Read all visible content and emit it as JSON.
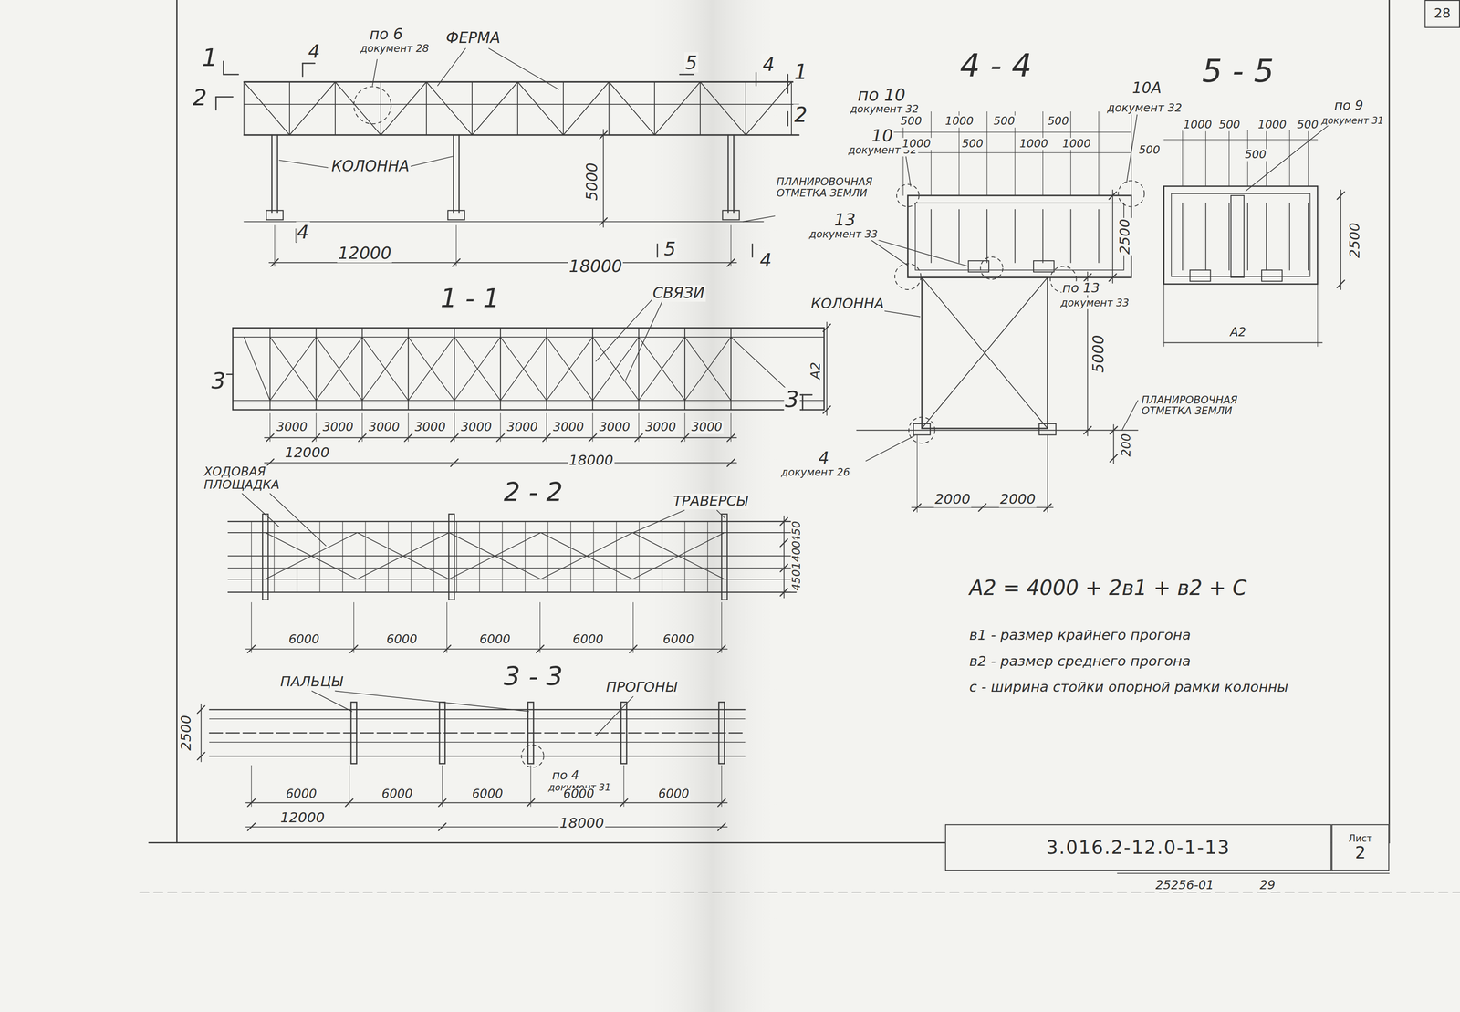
{
  "diagram": {
    "nodes": [
      {
        "text": [
          "28"
        ]
      },
      {
        "text": [
          "3.016.2-12.0-1-13"
        ]
      },
      {
        "text": [
          "Лист",
          "2"
        ]
      }
    ],
    "labels": [
      "1",
      "2",
      "по 6",
      "документ 28",
      "ФЕРМА",
      "4",
      "5",
      "4",
      "1",
      "2",
      "КОЛОННА",
      "5000",
      "4",
      "12000",
      "18000",
      "5",
      "4",
      "ПЛАНИРОВОЧНАЯ ОТМЕТКА ЗЕМЛИ",
      "1 - 1",
      "СВЯЗИ",
      "3",
      "3",
      "А2",
      "3000",
      "3000",
      "3000",
      "3000",
      "3000",
      "3000",
      "3000",
      "3000",
      "3000",
      "3000",
      "12000",
      "18000",
      "ХОДОВАЯ ПЛОЩАДКА",
      "2 - 2",
      "ТРАВЕРСЫ",
      "450",
      "1400",
      "450",
      "6000",
      "6000",
      "6000",
      "6000",
      "6000",
      "ПАЛЬЦЫ",
      "3 - 3",
      "ПРОГОНЫ",
      "2500",
      "по 4",
      "документ 31",
      "6000",
      "6000",
      "6000",
      "6000",
      "6000",
      "12000",
      "18000",
      "4 - 4",
      "по 10",
      "документ 32",
      "10",
      "документ 32",
      "10А",
      "документ 32",
      "500",
      "1000",
      "500",
      "500",
      "1000",
      "500",
      "1000",
      "1000",
      "13",
      "документ 33",
      "2500",
      "по 13",
      "документ 33",
      "КОЛОННА",
      "5000",
      "ПЛАНИРОВОЧНАЯ ОТМЕТКА ЗЕМЛИ",
      "200",
      "4",
      "документ 26",
      "2000",
      "2000",
      "5 - 5",
      "по 9",
      "документ 31",
      "500",
      "1000",
      "500",
      "1000",
      "500",
      "500",
      "2500",
      "А2",
      "А2 = 4000 + 2в1 + в2 + С",
      "в1 - размер крайнего прогона",
      "в2 - размер среднего прогона",
      "с - ширина стойки опорной рамки колонны",
      "25256-01",
      "29"
    ]
  }
}
